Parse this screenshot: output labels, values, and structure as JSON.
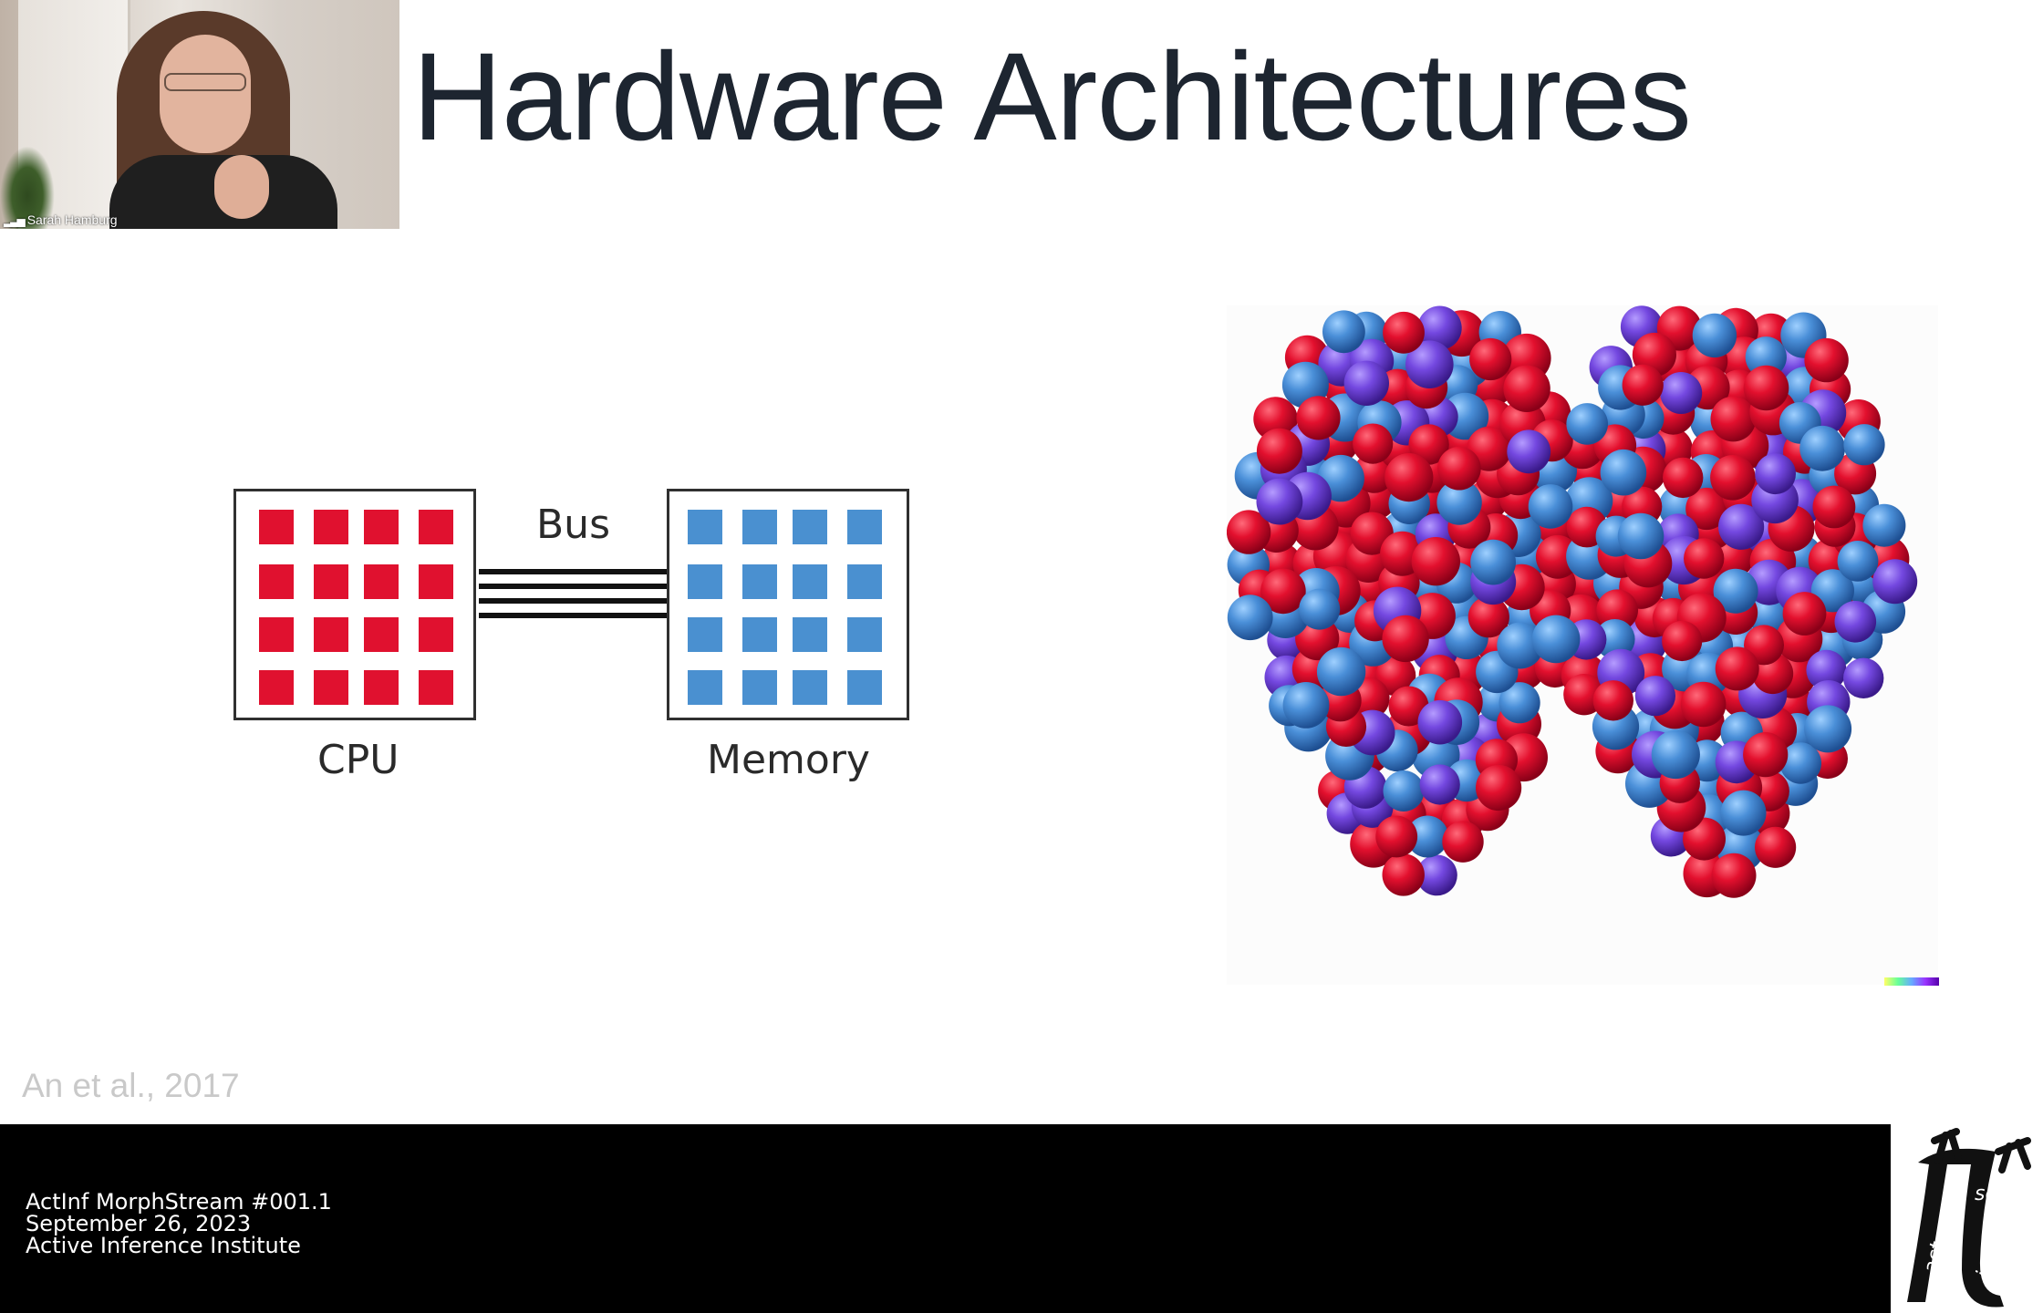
{
  "slide": {
    "title": "Hardware Architectures",
    "citation": "An et al., 2017"
  },
  "video": {
    "participant_name": "Sarah Hamburg",
    "signal_icon": "signal-bars-icon"
  },
  "diagram": {
    "bus_label": "Bus",
    "cpu_label": "CPU",
    "memory_label": "Memory",
    "cpu_color": "#e0112f",
    "memory_color": "#4a90d0"
  },
  "brain_figure": {
    "colors": [
      "#e0112f",
      "#4a90d0",
      "#7a4fe0"
    ]
  },
  "footer": {
    "line1": "ActInf MorphStream #001.1",
    "line2": "September 26, 2023",
    "line3": "Active Inference Institute"
  },
  "logo": {
    "word_act": "act",
    "word_infer": "infer",
    "word_serve": "serve"
  }
}
